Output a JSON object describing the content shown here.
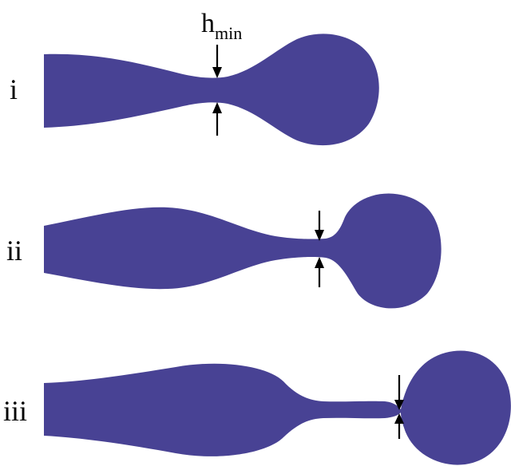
{
  "annotation": {
    "base": "h",
    "subscript": "min"
  },
  "panels": [
    {
      "label": "i"
    },
    {
      "label": "ii"
    },
    {
      "label": "iii"
    }
  ],
  "colors": {
    "jet_fill": "#484294",
    "arrow": "#000000",
    "background": "#ffffff"
  }
}
